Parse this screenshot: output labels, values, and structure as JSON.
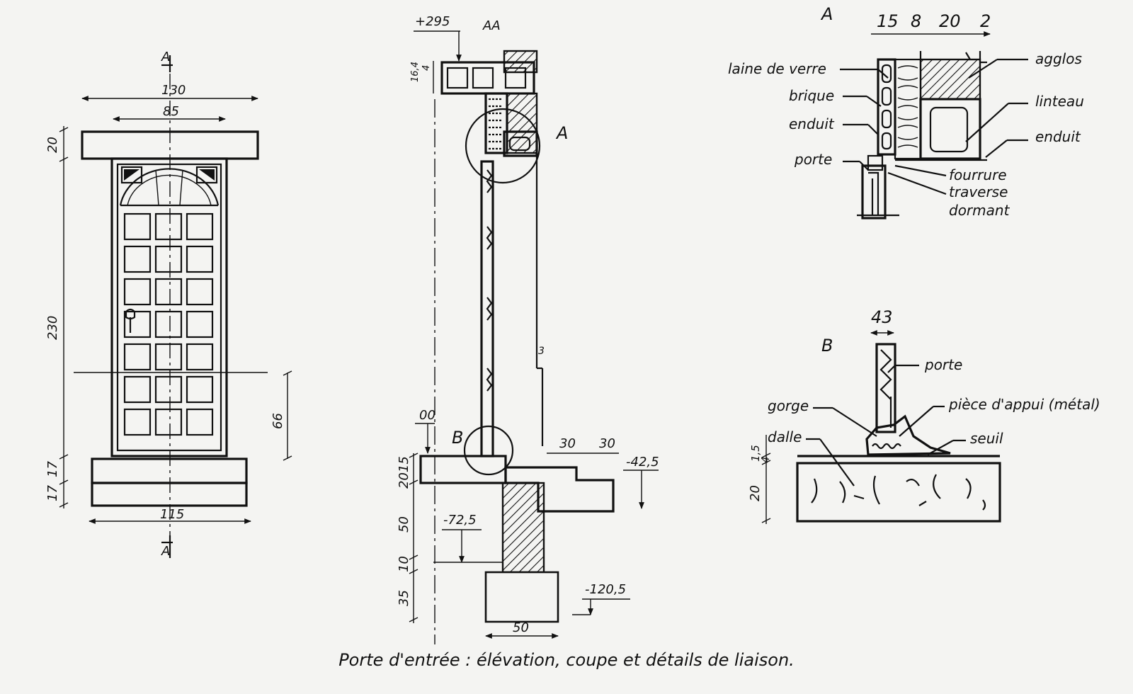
{
  "caption": "Porte d'entrée : élévation, coupe et détails de liaison.",
  "elevation": {
    "section_mark_top": "A",
    "section_mark_bottom": "A",
    "dims": {
      "overall_width": "130",
      "door_width": "85",
      "base_width": "115",
      "lintel_height": "20",
      "door_height": "230",
      "handle_height": "66",
      "step_1": "17",
      "step_2": "17"
    }
  },
  "section": {
    "title": "AA",
    "level_top": "+295",
    "level_floor": "00",
    "level_step": "-42,5",
    "level_footing_top": "-72,5",
    "level_bottom": "-120,5",
    "detail_a_mark": "A",
    "detail_b_mark": "B",
    "dims": {
      "top_1": "16,4",
      "top_2": "4",
      "gap": "3",
      "step_w1": "30",
      "step_w2": "30",
      "slab": "2015",
      "wall": "50",
      "footing_gap": "10",
      "footing": "35",
      "footing_width": "50"
    }
  },
  "detail_a": {
    "mark": "A",
    "dims": [
      "15",
      "8",
      "20",
      "2"
    ],
    "labels_left": [
      "laine de verre",
      "brique",
      "enduit",
      "porte"
    ],
    "labels_right": [
      "agglos",
      "linteau",
      "enduit"
    ],
    "labels_bottom": [
      "fourrure",
      "traverse",
      "dormant"
    ]
  },
  "detail_b": {
    "mark": "B",
    "top_dim": "43",
    "dims_left": [
      "1,5",
      "4",
      "20"
    ],
    "labels": {
      "porte": "porte",
      "piece": "pièce d'appui (métal)",
      "gorge": "gorge",
      "dalle": "dalle",
      "seuil": "seuil"
    }
  }
}
